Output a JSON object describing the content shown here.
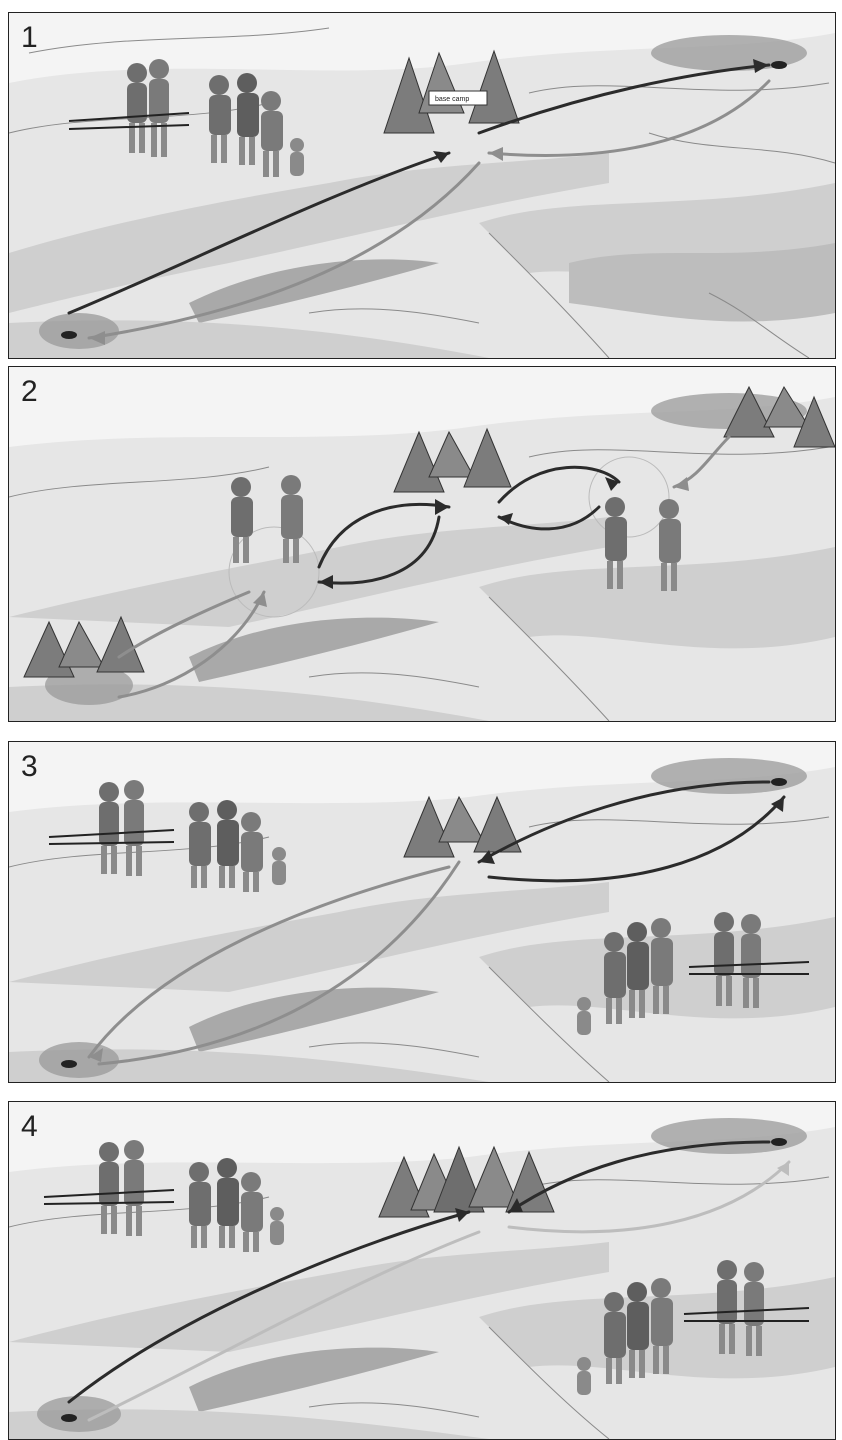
{
  "panels": [
    {
      "number": "1"
    },
    {
      "number": "2"
    },
    {
      "number": "3"
    },
    {
      "number": "4"
    }
  ],
  "panel1": {
    "sign_text": "base camp"
  },
  "colors": {
    "background": "#f4f4f4",
    "terrain_light": "#e6e6e6",
    "terrain_mid": "#cfcfcf",
    "terrain_dark": "#a9a9a9",
    "river_line": "#8a8a8a",
    "arrow_dark": "#2b2b2b",
    "arrow_gray": "#8e8e8e",
    "arrow_light": "#bdbdbd",
    "tent": "#7c7c7c",
    "person": "#6e6e6e",
    "border": "#222222"
  },
  "icons": [
    "tent-icon",
    "person-icon",
    "arrow",
    "resource-patch",
    "poles-icon"
  ]
}
